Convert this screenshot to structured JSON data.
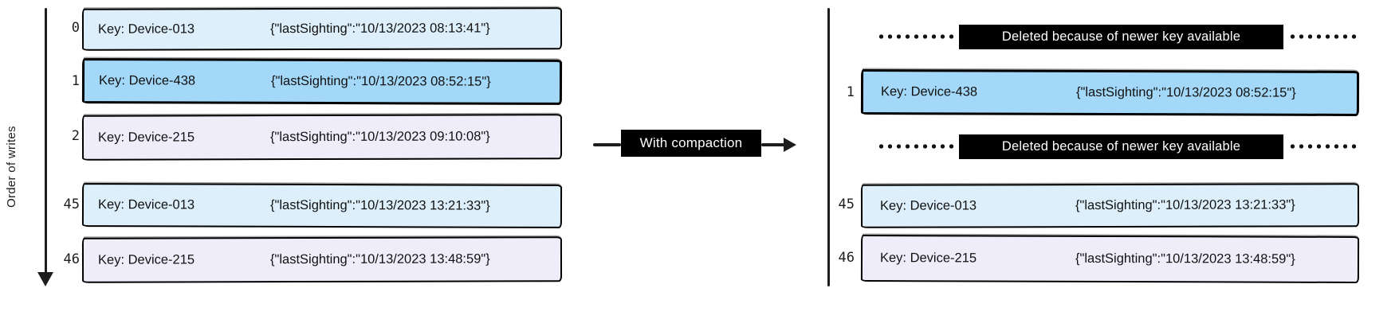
{
  "colors": {
    "row_light_blue": "#ddeffb",
    "row_blue": "#a4d8f8",
    "row_lavender": "#f0edfa",
    "label_bg": "#000000",
    "label_text": "#ffffff",
    "line": "#1d1d1d"
  },
  "left_panel": {
    "axis_label": "Order of writes",
    "rows": [
      {
        "offset": "0",
        "key": "Key: Device-013",
        "value": "{\"lastSighting\":\"10/13/2023 08:13:41\"}"
      },
      {
        "offset": "1",
        "key": "Key: Device-438",
        "value": "{\"lastSighting\":\"10/13/2023 08:52:15\"}"
      },
      {
        "offset": "2",
        "key": "Key: Device-215",
        "value": "{\"lastSighting\":\"10/13/2023 09:10:08\"}"
      },
      {
        "offset": "45",
        "key": "Key: Device-013",
        "value": "{\"lastSighting\":\"10/13/2023 13:21:33\"}"
      },
      {
        "offset": "46",
        "key": "Key: Device-215",
        "value": "{\"lastSighting\":\"10/13/2023 13:48:59\"}"
      }
    ]
  },
  "transform_step": {
    "label": "With compaction"
  },
  "right_panel": {
    "deleted_label": "Deleted because of newer key available",
    "rows": [
      {
        "offset": "1",
        "key": "Key: Device-438",
        "value": "{\"lastSighting\":\"10/13/2023 08:52:15\"}"
      },
      {
        "offset": "45",
        "key": "Key: Device-013",
        "value": "{\"lastSighting\":\"10/13/2023 13:21:33\"}"
      },
      {
        "offset": "46",
        "key": "Key: Device-215",
        "value": "{\"lastSighting\":\"10/13/2023 13:48:59\"}"
      }
    ]
  }
}
